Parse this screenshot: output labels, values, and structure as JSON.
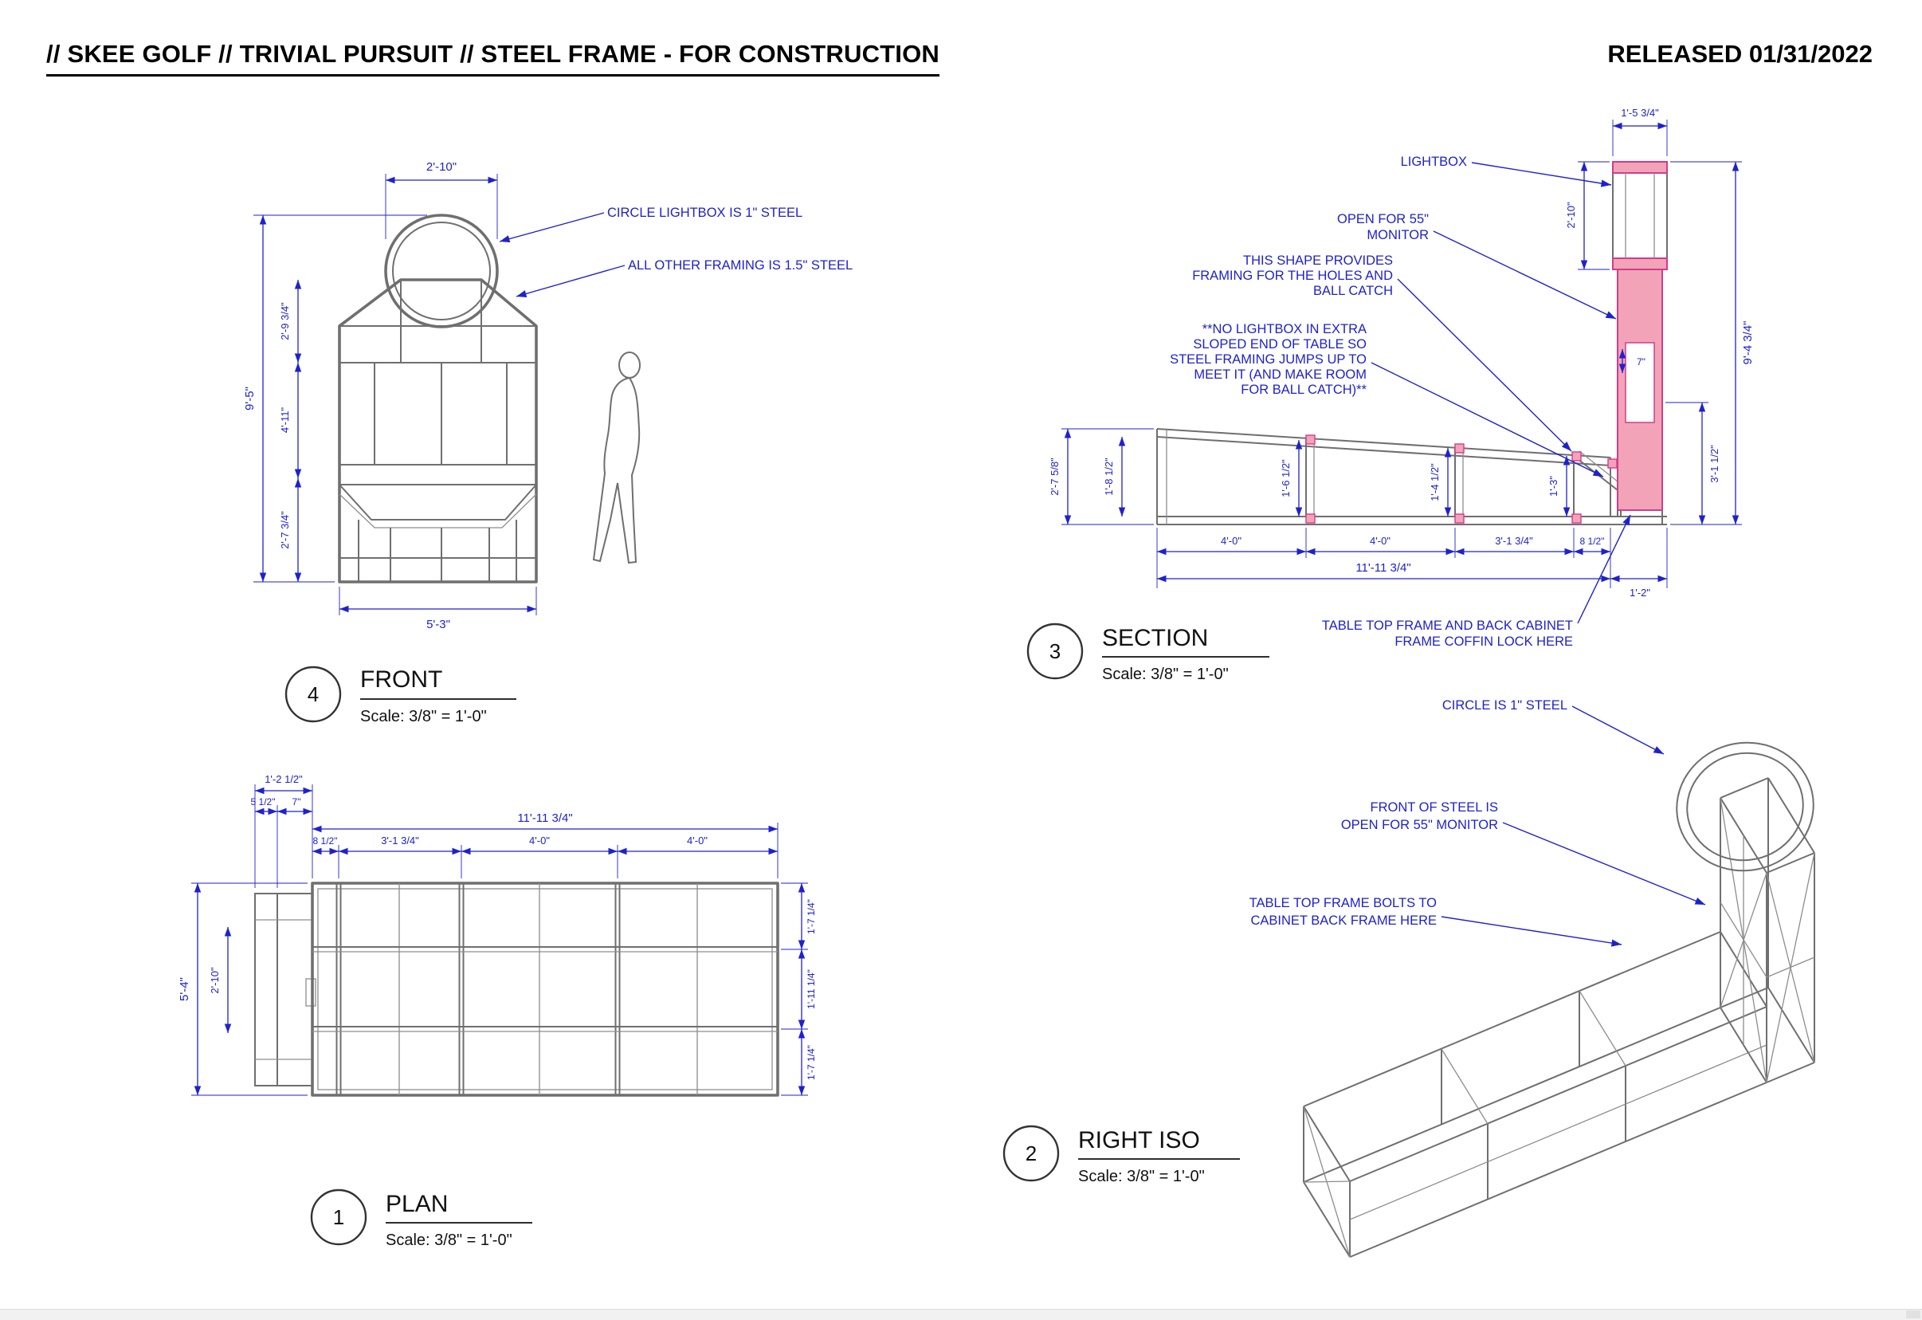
{
  "header": {
    "title": "// SKEE GOLF // TRIVIAL PURSUIT // STEEL FRAME - FOR CONSTRUCTION",
    "released": "RELEASED 01/31/2022"
  },
  "front": {
    "number": "4",
    "title": "FRONT",
    "scale": "Scale: 3/8\" = 1'-0\"",
    "ann_circle": "CIRCLE LIGHTBOX IS 1\" STEEL",
    "ann_framing": "ALL OTHER FRAMING IS 1.5\" STEEL",
    "dim_top": "2'-10\"",
    "dim_total_h": "9'-5\"",
    "dim_peak": "2'-9 3/4\"",
    "dim_body": "4'-11\"",
    "dim_base": "2'-7 3/4\"",
    "dim_width": "5'-3\""
  },
  "section": {
    "number": "3",
    "title": "SECTION",
    "scale": "Scale: 3/8\" = 1'-0\"",
    "ann_lightbox": "LIGHTBOX",
    "ann_monitor": [
      "OPEN FOR 55\"",
      "MONITOR"
    ],
    "ann_shape": [
      "THIS SHAPE PROVIDES",
      "FRAMING FOR THE HOLES AND",
      "BALL CATCH"
    ],
    "ann_no_lightbox": [
      "**NO LIGHTBOX IN EXTRA",
      "SLOPED END OF TABLE SO",
      "STEEL FRAMING JUMPS UP TO",
      "MEET IT (AND MAKE ROOM",
      "FOR BALL CATCH)**"
    ],
    "ann_coffin": [
      "TABLE TOP FRAME AND BACK CABINET",
      "FRAME COFFIN LOCK HERE"
    ],
    "dim_lb_width": "1'-5 3/4\"",
    "dim_lb_height": "2'-10\"",
    "dim_total_h": "9'-4 3/4\"",
    "dim_lower_right": "3'-1 1/2\"",
    "dim_seven": "7\"",
    "dim_left_total": "2'-7 5/8\"",
    "dim_left_inner": "1'-8 1/2\"",
    "dim_mid1": "1'-6 1/2\"",
    "dim_mid2": "1'-4 1/2\"",
    "dim_mid3": "1'-3\"",
    "dim_seg1": "4'-0\"",
    "dim_seg2": "4'-0\"",
    "dim_seg3": "3'-1 3/4\"",
    "dim_seg4": "8 1/2\"",
    "dim_total_l": "11'-11 3/4\"",
    "dim_overhang": "1'-2\""
  },
  "plan": {
    "number": "1",
    "title": "PLAN",
    "scale": "Scale: 3/8\" = 1'-0\"",
    "dim_back": "1'-2 1/2\"",
    "dim_back_a": "5 1/2\"",
    "dim_back_b": "7\"",
    "dim_total_l": "11'-11 3/4\"",
    "dim_seg1": "8 1/2\"",
    "dim_seg2": "3'-1 3/4\"",
    "dim_seg3": "4'-0\"",
    "dim_seg4": "4'-0\"",
    "dim_width": "5'-4\"",
    "dim_inner_w": "2'-10\"",
    "dim_row1": "1'-7 1/4\"",
    "dim_row2": "1'-11 1/4\"",
    "dim_row3": "1'-7 1/4\""
  },
  "iso": {
    "number": "2",
    "title": "RIGHT ISO",
    "scale": "Scale: 3/8\" = 1'-0\"",
    "ann_circle": "CIRCLE IS 1\" STEEL",
    "ann_monitor": [
      "FRONT OF STEEL IS",
      "OPEN FOR 55\" MONITOR"
    ],
    "ann_bolts": [
      "TABLE TOP FRAME BOLTS TO",
      "CABINET BACK FRAME HERE"
    ]
  },
  "colors": {
    "annotation_blue": "#1e22cc",
    "frame_gray": "#6f6f6f",
    "highlight_magenta": "#d23c8c",
    "highlight_fill": "#f2a3b8"
  }
}
